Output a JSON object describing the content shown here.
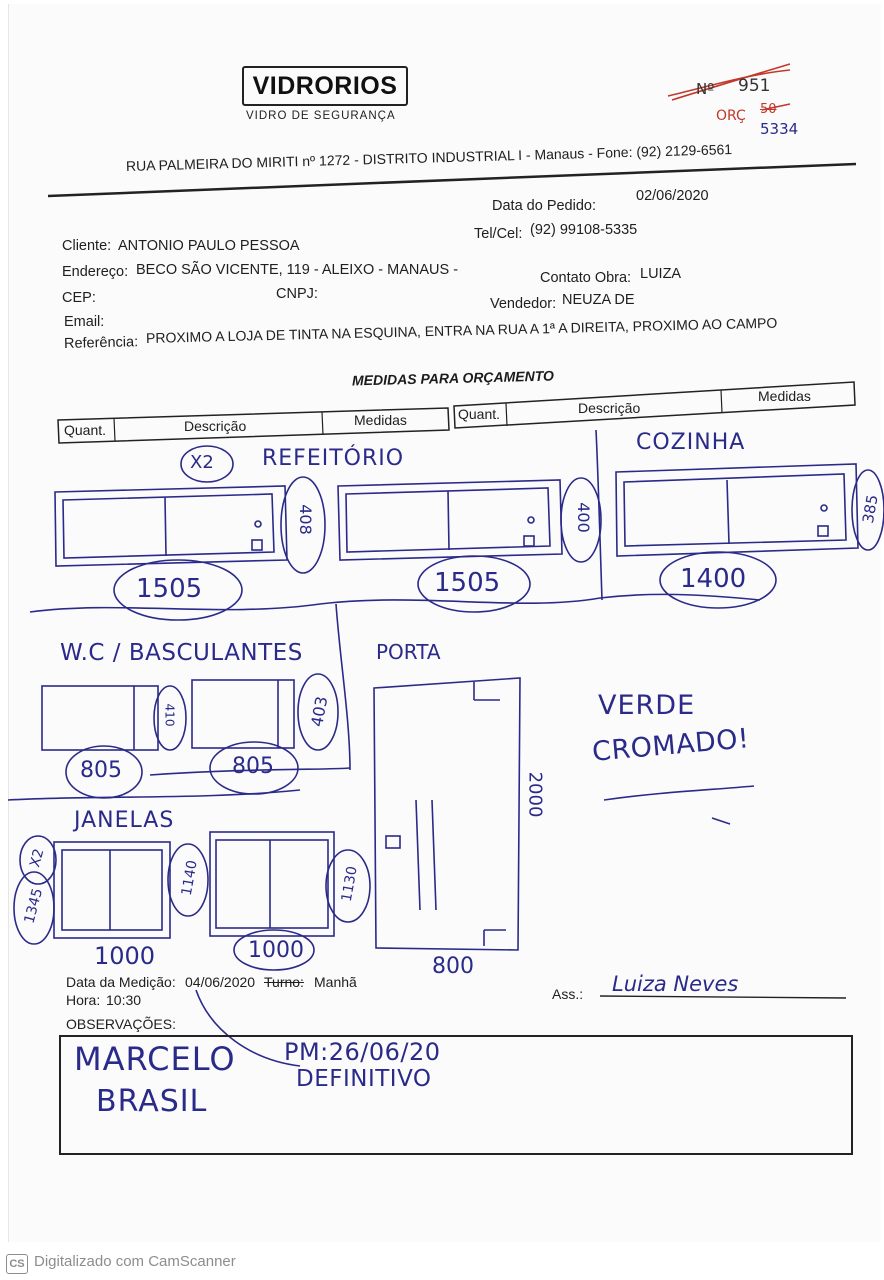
{
  "header": {
    "company": "VIDRORIOS",
    "tagline": "VIDRO DE SEGURANÇA",
    "address": "RUA PALMEIRA DO MIRITI nº 1272 - DISTRITO INDUSTRIAL I - Manaus - Fone: (92) 2129-6561"
  },
  "numbers": {
    "no_label": "Nº",
    "no_value": "951",
    "orc_label": "ORÇ",
    "orc_old": "50",
    "orc_value": "5334"
  },
  "order": {
    "date_label": "Data do Pedido:",
    "date_value": "02/06/2020",
    "phone_label": "Tel/Cel:",
    "phone_value": "(92) 99108-5335",
    "client_label": "Cliente:",
    "client_value": "ANTONIO PAULO PESSOA",
    "address_label": "Endereço:",
    "address_value": "BECO SÃO VICENTE, 119 - ALEIXO - MANAUS -",
    "cep_label": "CEP:",
    "cnpj_label": "CNPJ:",
    "contact_label": "Contato Obra:",
    "contact_value": "LUIZA",
    "seller_label": "Vendedor:",
    "seller_value": "NEUZA DE",
    "email_label": "Email:",
    "reference_label": "Referência:",
    "reference_value": "PROXIMO A LOJA DE TINTA NA ESQUINA, ENTRA NA RUA A 1ª A DIREITA, PROXIMO AO CAMPO"
  },
  "table": {
    "title": "MEDIDAS PARA ORÇAMENTO",
    "columns_left": [
      "Quant.",
      "Descrição",
      "Medidas"
    ],
    "columns_right": [
      "Quant.",
      "Descrição",
      "Medidas"
    ]
  },
  "sketch": {
    "refeitorio_qty": "X2",
    "refeitorio": "REFEITÓRIO",
    "cozinha": "COZINHA",
    "ref1_height": "408",
    "ref1_width": "1505",
    "ref2_height": "400",
    "ref2_width": "1505",
    "coz_height": "385",
    "coz_width": "1400",
    "wc_title": "W.C / BASCULANTES",
    "wc1_height": "410",
    "wc1_width": "805",
    "wc2_height": "403",
    "wc2_width": "805",
    "porta": "PORTA",
    "porta_height": "2000",
    "porta_width": "800",
    "verde_line1": "VERDE",
    "verde_line2": "CROMADO!",
    "janelas": "JANELAS",
    "jan_qty": "X2",
    "jan1_left": "1345",
    "jan1_height": "1140",
    "jan1_width": "1000",
    "jan2_height": "1130",
    "jan2_width": "1000"
  },
  "measurement": {
    "date_label": "Data da Medição:",
    "date_value": "04/06/2020",
    "shift_label": "Turno:",
    "shift_value": "Manhã",
    "time_label": "Hora:",
    "time_value": "10:30",
    "signature_label": "Ass.:",
    "signature_value": "Luiza Neves"
  },
  "observations": {
    "label": "OBSERVAÇÕES:",
    "name_line1": "MARCELO",
    "name_line2": "BRASIL",
    "pm_line1": "PM:26/06/20",
    "pm_line2": "DEFINITIVO"
  },
  "footer": {
    "logo": "CS",
    "text": "Digitalizado com CamScanner"
  }
}
